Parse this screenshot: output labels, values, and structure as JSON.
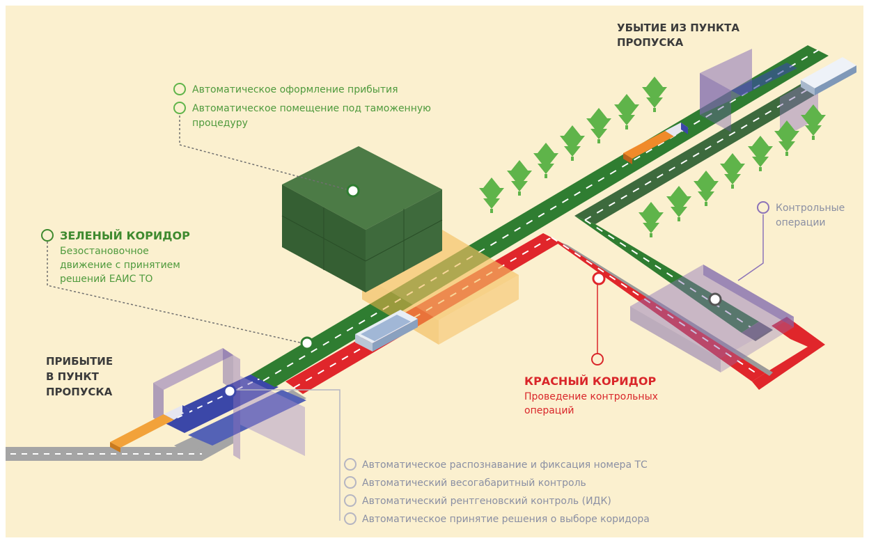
{
  "colors": {
    "background": "#fbf0cf",
    "green_road": "#2f7d31",
    "red_road": "#e0262b",
    "gray_road": "#9a9a9a",
    "blue_road": "#3b47a8",
    "gate": "#8b72b8",
    "box": "#3e6a3c",
    "tree": "#5fb44a",
    "zone": "#f5c062"
  },
  "arrival_label": [
    "ПРИБЫТИЕ",
    "В ПУНКТ",
    "ПРОПУСКА"
  ],
  "departure_label": [
    "УБЫТИЕ ИЗ ПУНКТА",
    "ПРОПУСКА"
  ],
  "auto_checks": [
    "Автоматическое оформление прибытия",
    "Автоматическое помещение под таможенную",
    "процедуру"
  ],
  "green_corridor": {
    "title": "ЗЕЛЕНЫЙ КОРИДОР",
    "lines": [
      "Безостановочное",
      "движение с принятием",
      "решений ЕАИС ТО"
    ]
  },
  "red_corridor": {
    "title": "КРАСНЫЙ КОРИДОР",
    "lines": [
      "Проведение контрольных",
      "операций"
    ]
  },
  "control_ops": [
    "Контрольные",
    "операции"
  ],
  "entry_checks": [
    "Автоматическое распознавание и фиксация номера ТС",
    "Автоматический весогабаритный контроль",
    "Автоматический рентгеновский контроль (ИДК)",
    "Автоматическое принятие решения о выборе коридора"
  ]
}
